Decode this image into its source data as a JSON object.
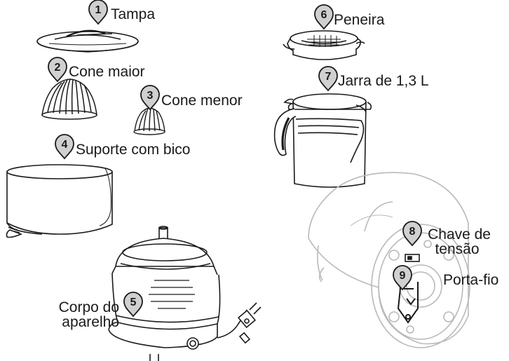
{
  "parts": [
    {
      "number": "1",
      "label": "Tampa"
    },
    {
      "number": "2",
      "label": "Cone maior"
    },
    {
      "number": "3",
      "label": "Cone menor"
    },
    {
      "number": "4",
      "label": "Suporte com bico"
    },
    {
      "number": "5",
      "label_line1": "Corpo do",
      "label_line2": "aparelho"
    },
    {
      "number": "6",
      "label": "Peneira"
    },
    {
      "number": "7",
      "label": "Jarra de 1,3 L"
    },
    {
      "number": "8",
      "label_line1": "Chave de",
      "label_line2": "tensão"
    },
    {
      "number": "9",
      "label": "Porta-fio"
    }
  ],
  "colors": {
    "line": "#1a1a1a",
    "faded_line": "#b9b9b9",
    "badge_fill": "#d0d0d0",
    "badge_stroke": "#1a1a1a"
  }
}
